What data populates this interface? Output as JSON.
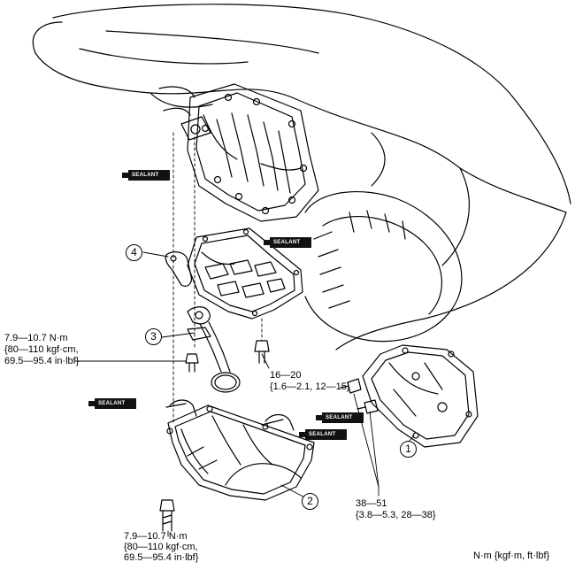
{
  "sealant_text": "SEALANT",
  "callouts": {
    "c1": "1",
    "c2": "2",
    "c3": "3",
    "c4": "4"
  },
  "torque_left_upper": [
    "7.9—10.7 N·m",
    "{80—110 kgf·cm,",
    "69.5—95.4 in·lbf}"
  ],
  "torque_center": [
    "16—20",
    "{1.6—2.1, 12—15}"
  ],
  "torque_right": [
    "38—51",
    "{3.8—5.3, 28—38}"
  ],
  "torque_bottom": [
    "7.9—10.7 N·m",
    "{80—110 kgf·cm,",
    "69.5—95.4 in·lbf}"
  ],
  "units_note": "N·m {kgf·m, ft·lbf}"
}
